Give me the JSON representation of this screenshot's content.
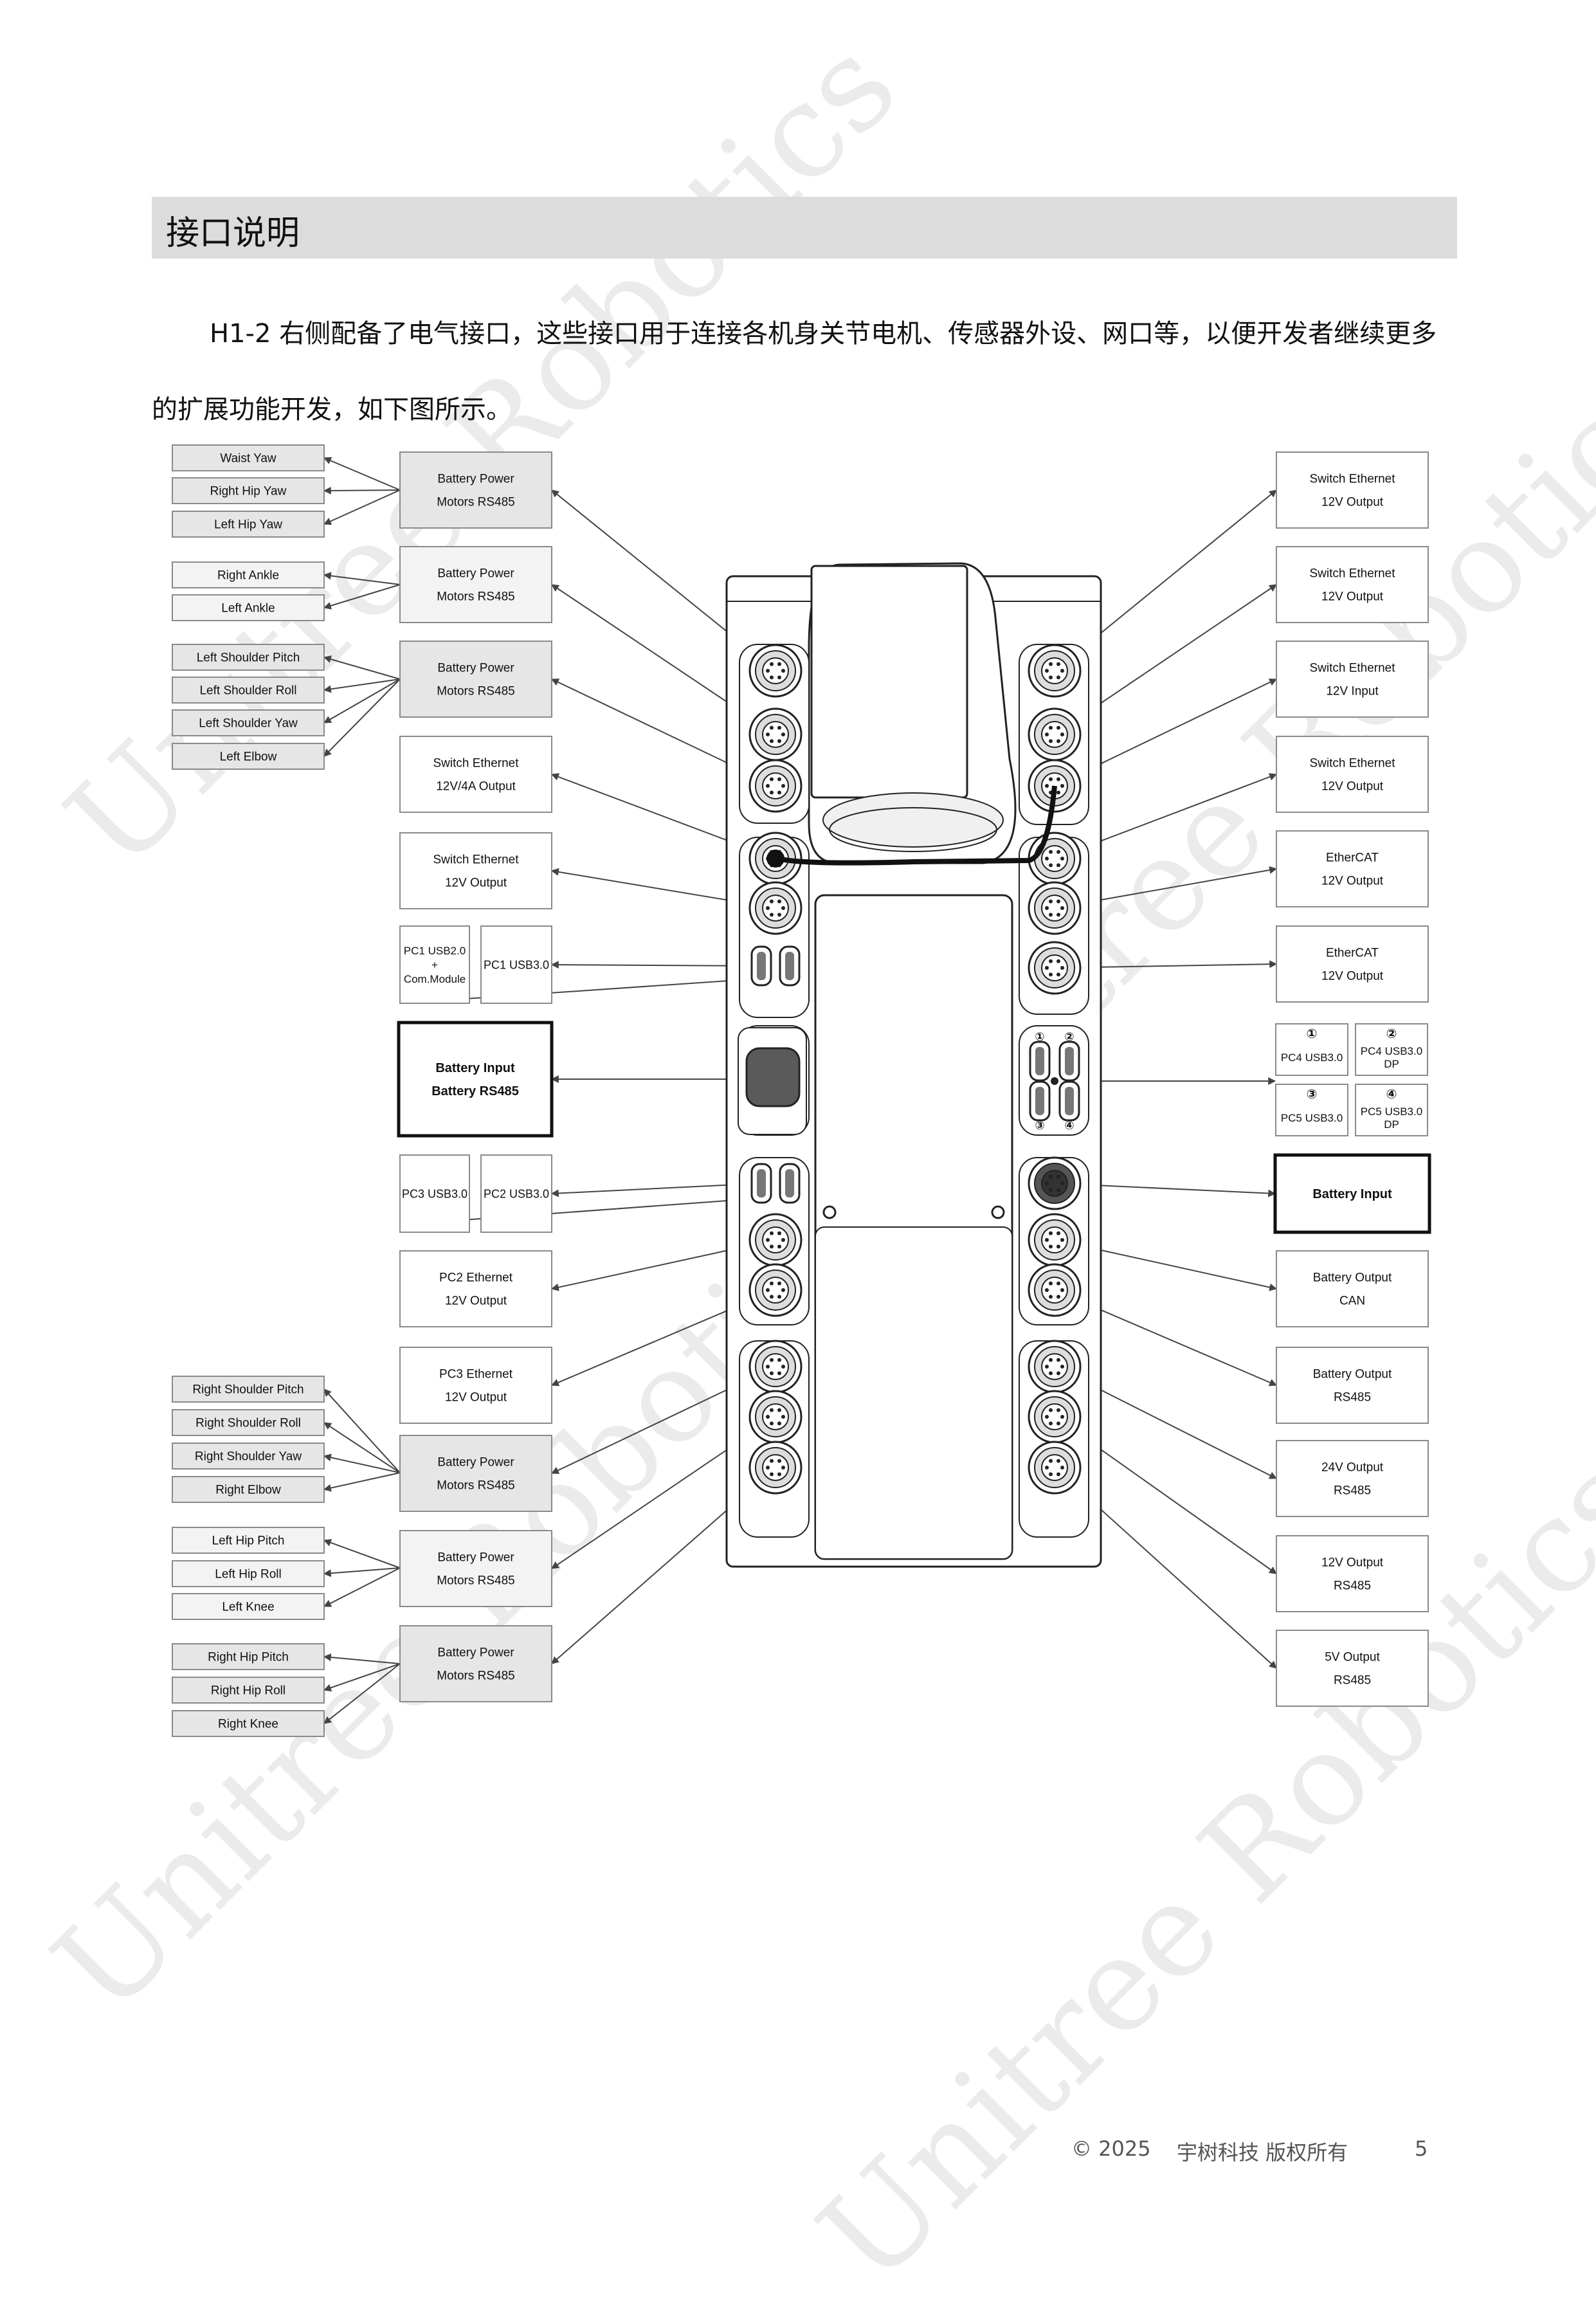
{
  "section": {
    "title": "接口说明"
  },
  "intro": {
    "text": "H1-2 右侧配备了电气接口，这些接口用于连接各机身关节电机、传感器外设、网口等，以便开发者继续更多的扩展功能开发，如下图所示。"
  },
  "watermark": {
    "text": "Unitree Robotics"
  },
  "colors": {
    "box_gray": "#e6e6e6",
    "box_light": "#f3f3f3",
    "box_white": "#ffffff",
    "stroke": "#444444",
    "watermark": "#d9d9d9"
  },
  "diagram": {
    "joints": [
      {
        "id": "j1",
        "label": "Waist Yaw"
      },
      {
        "id": "j2",
        "label": "Right Hip Yaw"
      },
      {
        "id": "j3",
        "label": "Left Hip Yaw"
      },
      {
        "id": "j4",
        "label": "Right Ankle"
      },
      {
        "id": "j5",
        "label": "Left Ankle"
      },
      {
        "id": "j6",
        "label": "Left Shoulder Pitch"
      },
      {
        "id": "j7",
        "label": "Left Shoulder Roll"
      },
      {
        "id": "j8",
        "label": "Left Shoulder Yaw"
      },
      {
        "id": "j9",
        "label": "Left Elbow"
      },
      {
        "id": "j10",
        "label": "Right Shoulder Pitch"
      },
      {
        "id": "j11",
        "label": "Right Shoulder Roll"
      },
      {
        "id": "j12",
        "label": "Right Shoulder Yaw"
      },
      {
        "id": "j13",
        "label": "Right Elbow"
      },
      {
        "id": "j14",
        "label": "Left Hip Pitch"
      },
      {
        "id": "j15",
        "label": "Left Hip Roll"
      },
      {
        "id": "j16",
        "label": "Left Knee"
      },
      {
        "id": "j17",
        "label": "Right Hip Pitch"
      },
      {
        "id": "j18",
        "label": "Right Hip Roll"
      },
      {
        "id": "j19",
        "label": "Right Knee"
      }
    ],
    "left_ports": [
      {
        "id": "L1",
        "lines": [
          "Battery Power",
          "Motors RS485"
        ]
      },
      {
        "id": "L2",
        "lines": [
          "Battery Power",
          "Motors RS485"
        ]
      },
      {
        "id": "L3",
        "lines": [
          "Battery Power",
          "Motors RS485"
        ]
      },
      {
        "id": "L4",
        "lines": [
          "Switch Ethernet",
          "12V/4A Output"
        ]
      },
      {
        "id": "L5",
        "lines": [
          "Switch Ethernet",
          "12V Output"
        ]
      },
      {
        "id": "L6a",
        "lines": [
          "PC1 USB2.0",
          "+",
          "Com.Module"
        ]
      },
      {
        "id": "L6b",
        "lines": [
          "PC1 USB3.0"
        ]
      },
      {
        "id": "L7",
        "lines": [
          "Battery Input",
          "Battery RS485"
        ]
      },
      {
        "id": "L8a",
        "lines": [
          "PC3 USB3.0"
        ]
      },
      {
        "id": "L8b",
        "lines": [
          "PC2 USB3.0"
        ]
      },
      {
        "id": "L9",
        "lines": [
          "PC2 Ethernet",
          "12V Output"
        ]
      },
      {
        "id": "L10",
        "lines": [
          "PC3 Ethernet",
          "12V Output"
        ]
      },
      {
        "id": "L11",
        "lines": [
          "Battery Power",
          "Motors RS485"
        ]
      },
      {
        "id": "L12",
        "lines": [
          "Battery Power",
          "Motors RS485"
        ]
      },
      {
        "id": "L13",
        "lines": [
          "Battery Power",
          "Motors RS485"
        ]
      }
    ],
    "right_ports": [
      {
        "id": "R1",
        "lines": [
          "Switch Ethernet",
          "12V Output"
        ]
      },
      {
        "id": "R2",
        "lines": [
          "Switch Ethernet",
          "12V Output"
        ]
      },
      {
        "id": "R3",
        "lines": [
          "Switch Ethernet",
          "12V Input"
        ]
      },
      {
        "id": "R4",
        "lines": [
          "Switch Ethernet",
          "12V Output"
        ]
      },
      {
        "id": "R5",
        "lines": [
          "EtherCAT",
          "12V Output"
        ]
      },
      {
        "id": "R6",
        "lines": [
          "EtherCAT",
          "12V Output"
        ]
      },
      {
        "id": "R7a",
        "num": "①",
        "lines": [
          "PC4 USB3.0"
        ]
      },
      {
        "id": "R7b",
        "num": "②",
        "lines": [
          "PC4 USB3.0",
          "DP"
        ]
      },
      {
        "id": "R7c",
        "num": "③",
        "lines": [
          "PC5 USB3.0"
        ]
      },
      {
        "id": "R7d",
        "num": "④",
        "lines": [
          "PC5 USB3.0",
          "DP"
        ]
      },
      {
        "id": "R8",
        "lines": [
          "Battery Input"
        ]
      },
      {
        "id": "R9",
        "lines": [
          "Battery Output",
          "CAN"
        ]
      },
      {
        "id": "R10",
        "lines": [
          "Battery Output",
          "RS485"
        ]
      },
      {
        "id": "R11",
        "lines": [
          "24V Output",
          "RS485"
        ]
      },
      {
        "id": "R12",
        "lines": [
          "12V Output",
          "RS485"
        ]
      },
      {
        "id": "R13",
        "lines": [
          "5V Output",
          "RS485"
        ]
      }
    ],
    "panel_numbers": [
      "①",
      "②",
      "③",
      "④"
    ]
  },
  "footer": {
    "copyright": "© 2025",
    "company": "宇树科技  版权所有",
    "page": "5"
  }
}
